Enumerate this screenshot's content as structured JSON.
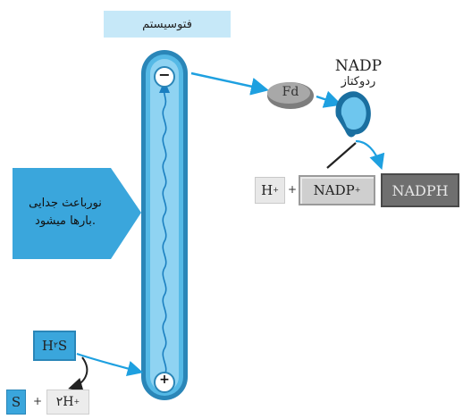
{
  "photosystem_label": "فتوسیستم",
  "enzyme_label_top": "NADP",
  "enzyme_label_bottom": "ردوکتاز",
  "fd_label": "Fd",
  "minus_sign": "−",
  "plus_sign": "+",
  "callout": {
    "line1": "نورباعث جدایی",
    "line2": "بارها میشود."
  },
  "products": {
    "h_ion": "H",
    "h_ion_charge": "+",
    "plus1": "+",
    "nadp": "NADP",
    "nadp_charge": "+",
    "nadph": "NADPH"
  },
  "donor": {
    "h2s_h": "H",
    "h2s_sub": "۲",
    "h2s_s": "S",
    "s": "S",
    "plus": "+",
    "two_h": "۲H",
    "two_h_charge": "+"
  },
  "colors": {
    "membrane_dark": "#2a86b8",
    "membrane_light": "#8fd3f2",
    "arrow": "#1ea0e0",
    "callout": "#3aa6dc"
  }
}
